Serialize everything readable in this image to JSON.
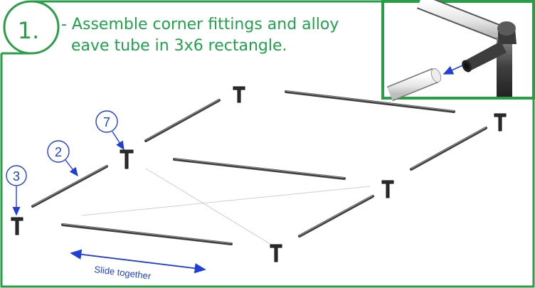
{
  "step": {
    "number": "1.",
    "instruction_line1": "- Assemble corner fittings and alloy",
    "instruction_line2": "eave tube in 3x6 rectangle."
  },
  "callouts": [
    {
      "label": "7"
    },
    {
      "label": "2"
    },
    {
      "label": "3"
    }
  ],
  "annotation": {
    "slide_label": "Slide together"
  },
  "colors": {
    "frame_green": "#2a9d47",
    "text_green": "#1fa24a",
    "callout_blue": "#1f3fd6",
    "tube_dark": "#4a4a4a",
    "tube_light": "#9a9a9a"
  },
  "icons": {
    "corner_fitting": "t-fitting-icon"
  }
}
